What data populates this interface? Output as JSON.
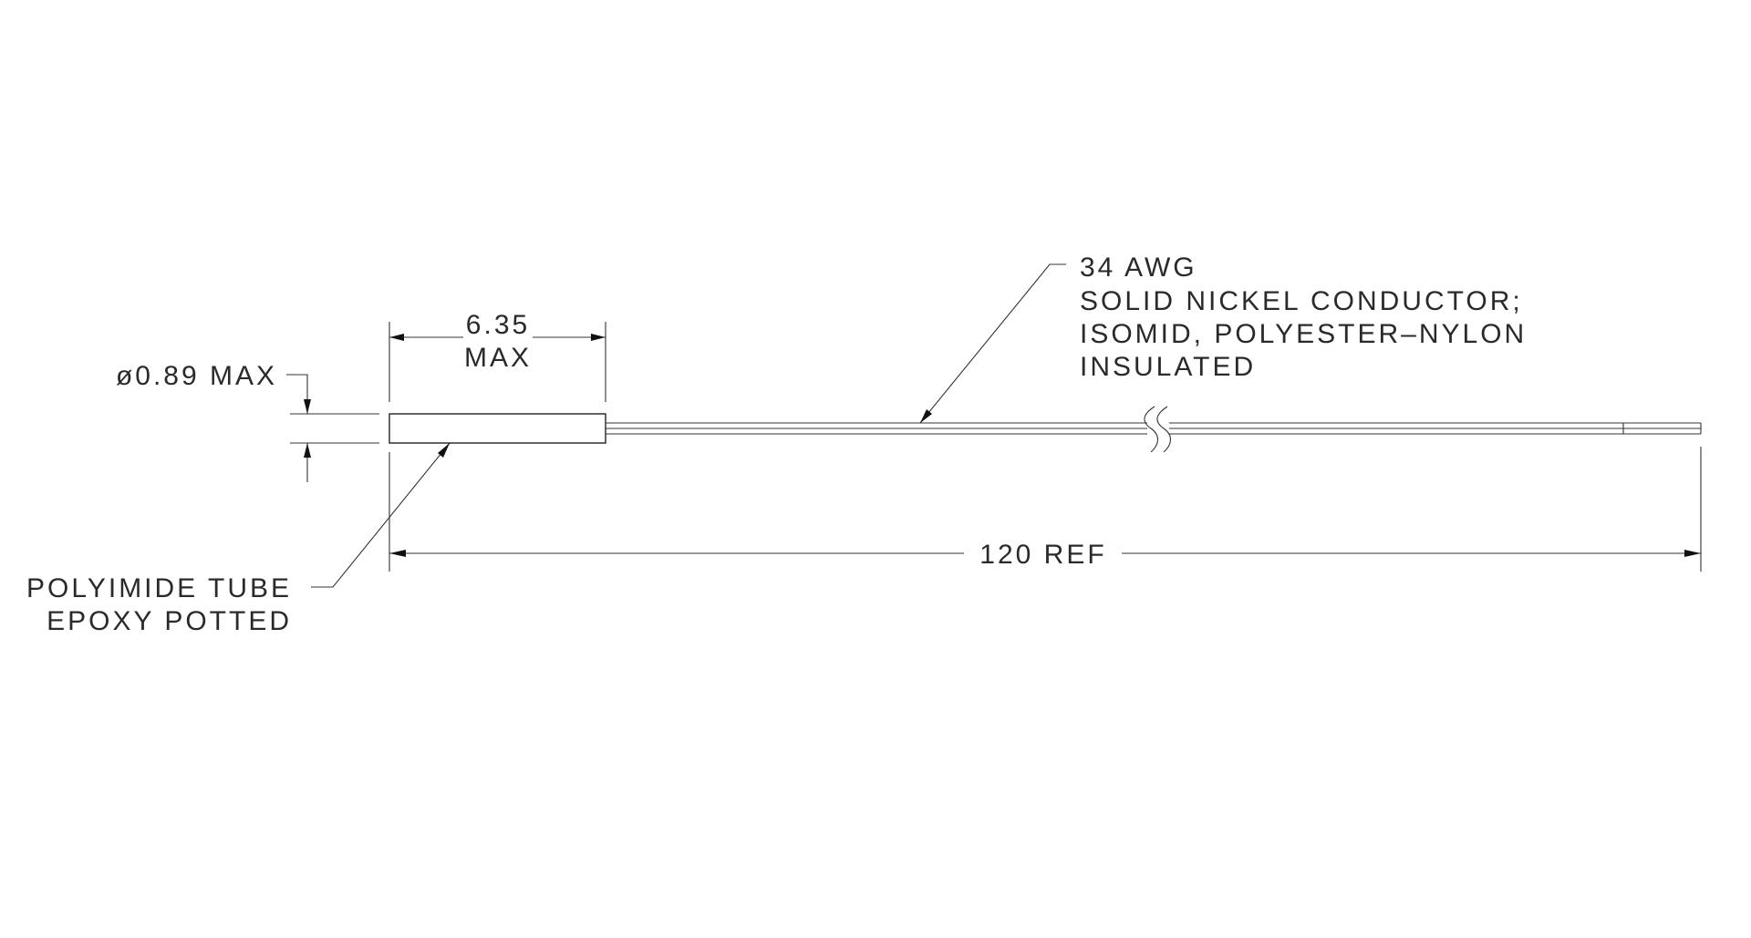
{
  "drawing": {
    "diameter_dim": "ø0.89  MAX",
    "length_dim": {
      "value": "6.35",
      "qualifier": "MAX"
    },
    "overall_dim": "120  REF",
    "tube_note": [
      "POLYIMIDE  TUBE",
      "EPOXY  POTTED"
    ],
    "wire_note": [
      "34  AWG",
      "SOLID  NICKEL  CONDUCTOR;",
      "ISOMID,  POLYESTER–NYLON",
      "INSULATED"
    ]
  }
}
